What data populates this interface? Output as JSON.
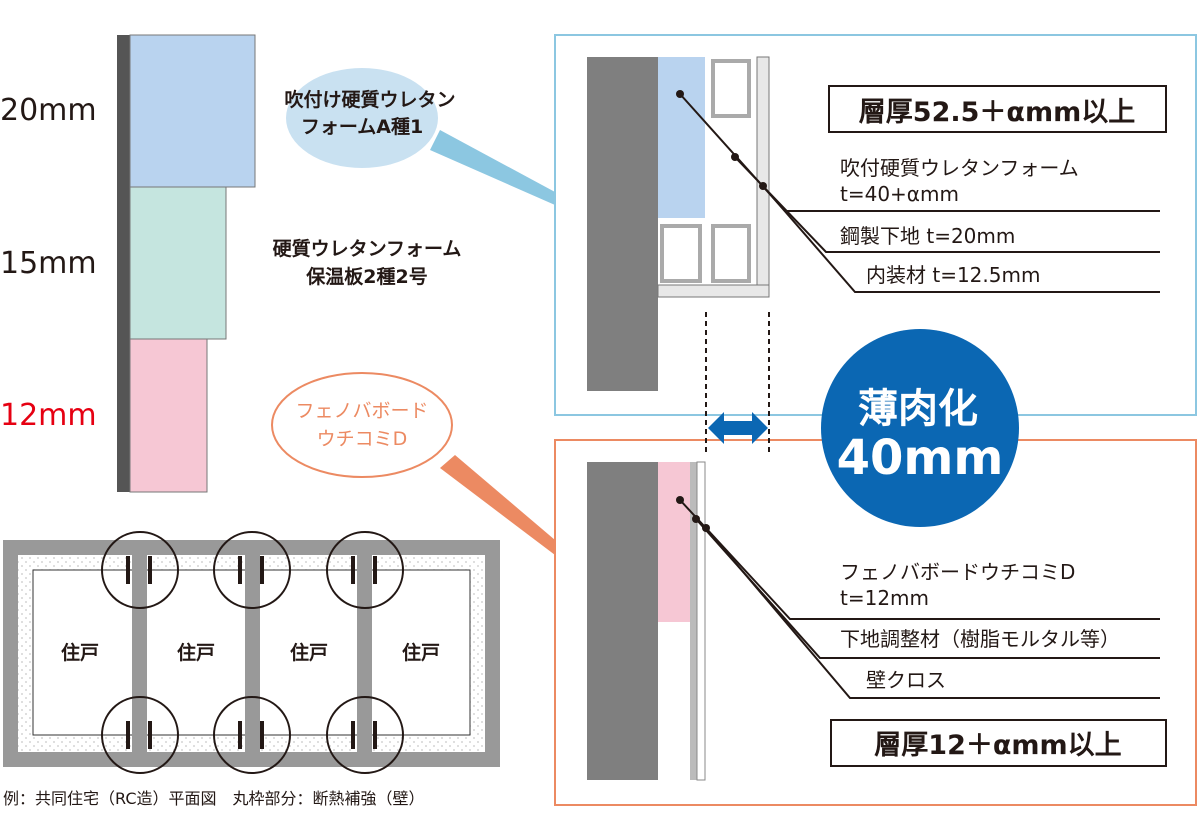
{
  "colors": {
    "urethane_spray": "#b9d3ef",
    "urethane_board": "#c5e5df",
    "phenol_board": "#f6c7d4",
    "concrete": "#7f7f7f",
    "accent_blue": "#0b67b3",
    "frame_blue": "#8cc7e1",
    "frame_orange": "#ec8a62",
    "red_label": "#e60012"
  },
  "comparison": {
    "thicknesses": [
      {
        "label": "20mm",
        "material": [
          "吹付け硬質ウレタン",
          "フォームA種1"
        ]
      },
      {
        "label": "15mm",
        "material": [
          "硬質ウレタンフォーム",
          "保温板2種2号"
        ]
      },
      {
        "label": "12mm",
        "material": [
          "フェノバボード",
          "ウチコミD"
        ]
      }
    ]
  },
  "upper_detail": {
    "total": "層厚52.5＋αmm以上",
    "layers": [
      {
        "name": "吹付硬質ウレタンフォーム",
        "thickness": "t=40+αmm"
      },
      {
        "name": "鋼製下地 t=20mm"
      },
      {
        "name": "内装材 t=12.5mm"
      }
    ]
  },
  "reduction_badge": {
    "line1": "薄肉化",
    "line2": "40mm"
  },
  "lower_detail": {
    "total": "層厚12＋αmm以上",
    "layers": [
      {
        "name": "フェノバボードウチコミD",
        "thickness": "t=12mm"
      },
      {
        "name": "下地調整材（樹脂モルタル等）"
      },
      {
        "name": "壁クロス"
      }
    ]
  },
  "plan": {
    "units": [
      "住戸",
      "住戸",
      "住戸",
      "住戸"
    ],
    "caption": "例：共同住宅（RC造）平面図　丸枠部分：断熱補強（壁）"
  }
}
